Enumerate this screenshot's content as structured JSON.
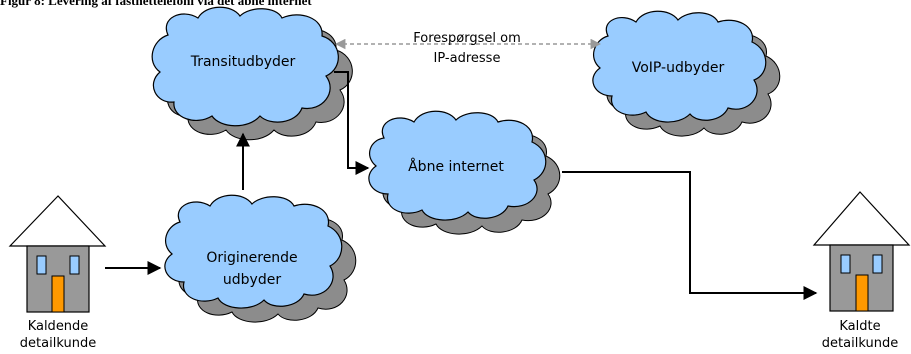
{
  "figure": {
    "title": "Figur 8: Levering af fastnettelefoni via det åbne internet"
  },
  "nodes": {
    "transit": "Transitudbyder",
    "voip": "VoIP-udbyder",
    "internet": "Åbne internet",
    "originating_line1": "Originerende",
    "originating_line2": "udbyder"
  },
  "query_label": {
    "line1": "Forespørgsel om",
    "line2": "IP-adresse"
  },
  "customers": {
    "calling_line1": "Kaldende",
    "calling_line2": "detailkunde",
    "called_line1": "Kaldte",
    "called_line2": "detailkunde"
  },
  "colors": {
    "cloud": "#99ccff",
    "cloud_shadow": "#8c8c8c",
    "house_wall": "#999999",
    "house_window": "#99ccff",
    "house_door": "#ff9900",
    "dashed_line": "#999999"
  }
}
